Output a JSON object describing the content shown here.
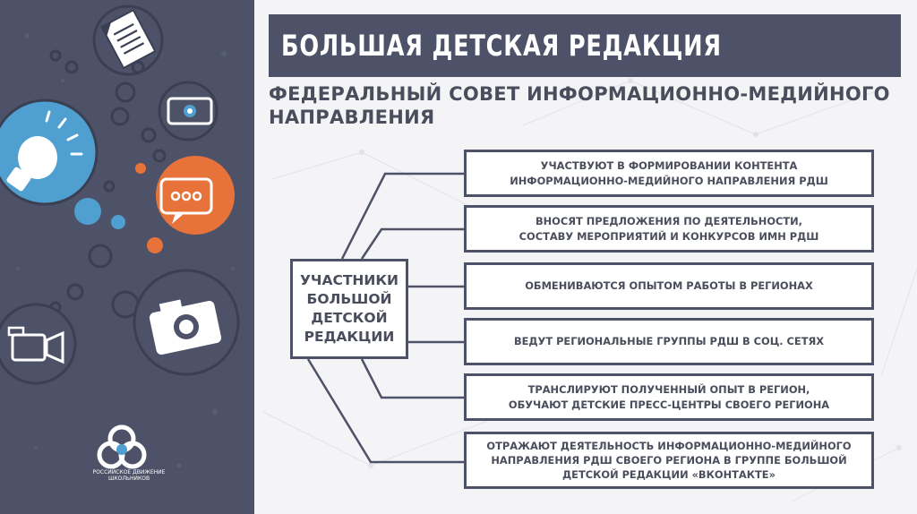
{
  "title": "БОЛЬШАЯ ДЕТСКАЯ  РЕДАКЦИЯ",
  "subtitle": "ФЕДЕРАЛЬНЫЙ СОВЕТ ИНФОРМАЦИОННО-МЕДИЙНОГО НАПРАВЛЕНИЯ",
  "center_label": "УЧАСТНИКИ БОЛЬШОЙ ДЕТСКОЙ РЕДАКЦИИ",
  "items": [
    "УЧАСТВУЮТ В ФОРМИРОВАНИИ КОНТЕНТА\nИНФОРМАЦИОННО-МЕДИЙНОГО НАПРАВЛЕНИЯ РДШ",
    "ВНОСЯТ ПРЕДЛОЖЕНИЯ ПО ДЕЯТЕЛЬНОСТИ,\nСОСТАВУ МЕРОПРИЯТИЙ И КОНКУРСОВ ИМН РДШ",
    "ОБМЕНИВАЮТСЯ ОПЫТОМ РАБОТЫ В РЕГИОНАХ",
    "ВЕДУТ РЕГИОНАЛЬНЫЕ ГРУППЫ РДШ В СОЦ. СЕТЯХ",
    "ТРАНСЛИРУЮТ ПОЛУЧЕННЫЙ ОПЫТ В РЕГИОН,\nОБУЧАЮТ ДЕТСКИЕ ПРЕСС-ЦЕНТРЫ СВОЕГО РЕГИОНА",
    "ОТРАЖАЮТ ДЕЯТЕЛЬНОСТЬ ИНФОРМАЦИОННО-МЕДИЙНОГО\nНАПРАВЛЕНИЯ РДШ СВОЕГО РЕГИОНА В ГРУППЕ БОЛЬШОЙ\nДЕТСКОЙ РЕДАКЦИИ «ВКОНТАКТЕ»"
  ],
  "logo_text": "РОССИЙСКОЕ ДВИЖЕНИЕ ШКОЛЬНИКОВ",
  "colors": {
    "sidebar": "#4d5268",
    "accent_blue": "#4f9fd0",
    "accent_orange": "#e8733a",
    "text": "#4a4e5c"
  },
  "icons": [
    "document-icon",
    "phone-icon",
    "lightbulb-icon",
    "chat-bubble-icon",
    "camera-icon",
    "video-camera-icon",
    "rdsh-logo-icon"
  ]
}
